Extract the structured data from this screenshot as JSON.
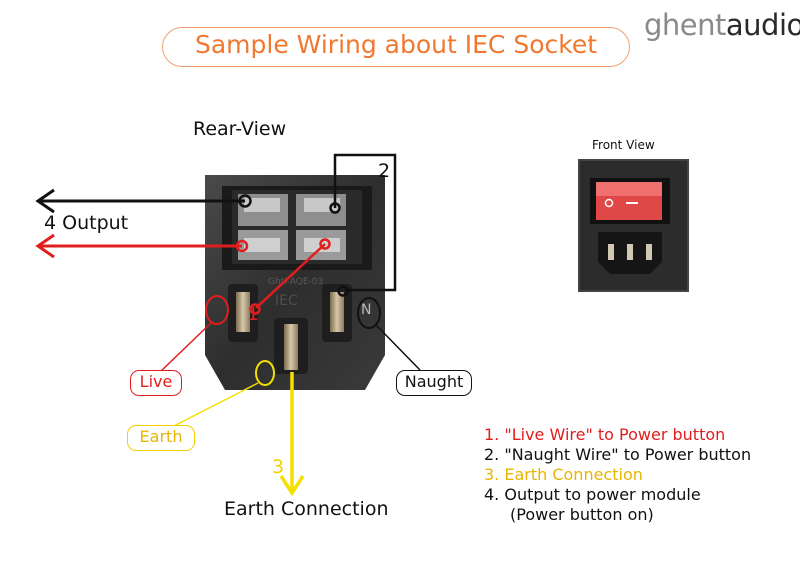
{
  "title": "Sample Wiring about IEC Socket",
  "logo": {
    "part1": "ghent",
    "part2": "audio"
  },
  "colors": {
    "live": "#e01e1e",
    "naught": "#111111",
    "earth": "#f4e000",
    "earth_text": "#e8b400",
    "title": "#f07830",
    "title_border": "#f0a070"
  },
  "labels": {
    "rear_view": "Rear-View",
    "front_view": "Front View",
    "output": "4 Output",
    "num1": "1",
    "num2": "2",
    "num3": "3",
    "live": "Live",
    "naught": "Naught",
    "earth": "Earth",
    "earth_connection": "Earth Connection",
    "n_marking": "N"
  },
  "legend": [
    {
      "text": "1. \"Live Wire\" to Power button",
      "color": "#e01e1e"
    },
    {
      "text": "2. \"Naught Wire\" to Power button",
      "color": "#111111"
    },
    {
      "text": "3. Earth Connection",
      "color": "#e8b400"
    },
    {
      "text": "4. Output to power module",
      "color": "#111111"
    },
    {
      "text": "(Power button on)",
      "color": "#111111"
    }
  ]
}
